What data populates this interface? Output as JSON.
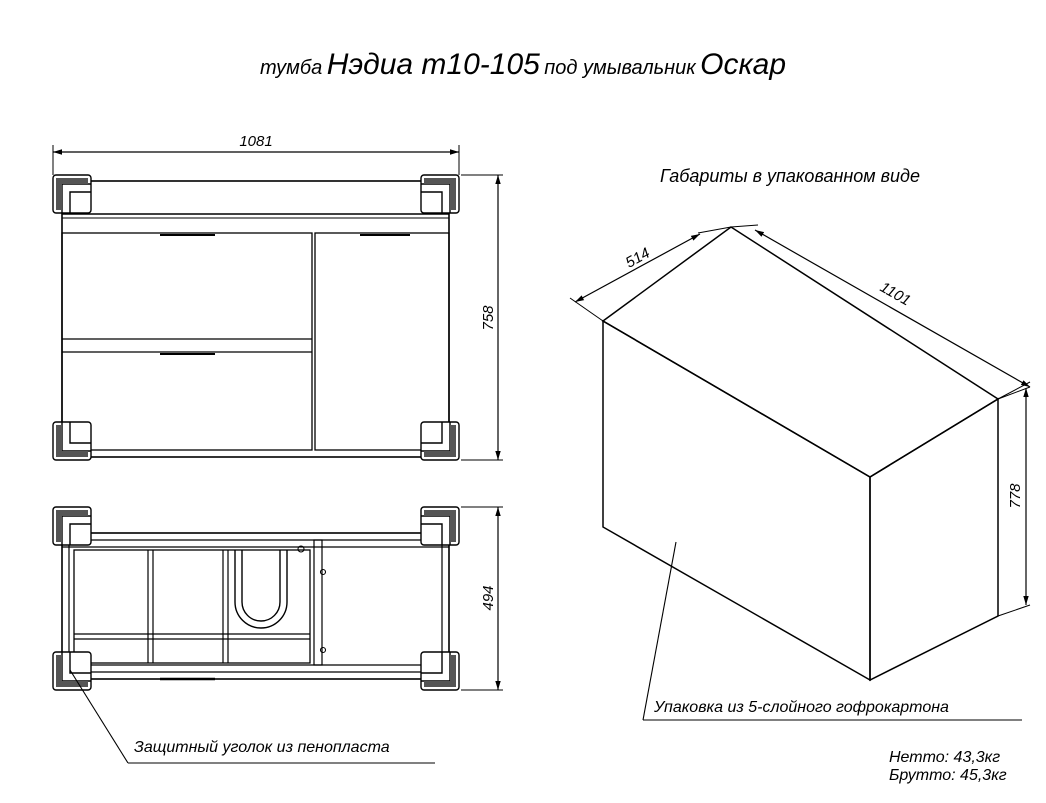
{
  "title": {
    "part1": "тумба",
    "part2": "Нэдиа т10-105",
    "part3": "под умывальник",
    "part4": "Оскар"
  },
  "dimensions": {
    "front_width": "1081",
    "front_height": "758",
    "top_depth": "494",
    "box_depth": "514",
    "box_width": "1101",
    "box_height": "778"
  },
  "labels": {
    "package_dims": "Габариты в упакованном виде",
    "packaging": "Упаковка из 5-слойного гофрокартона",
    "corner": "Защитный уголок из пенопласта",
    "net": "Нетто: 43,3кг",
    "gross": "Брутто: 45,3кг"
  }
}
